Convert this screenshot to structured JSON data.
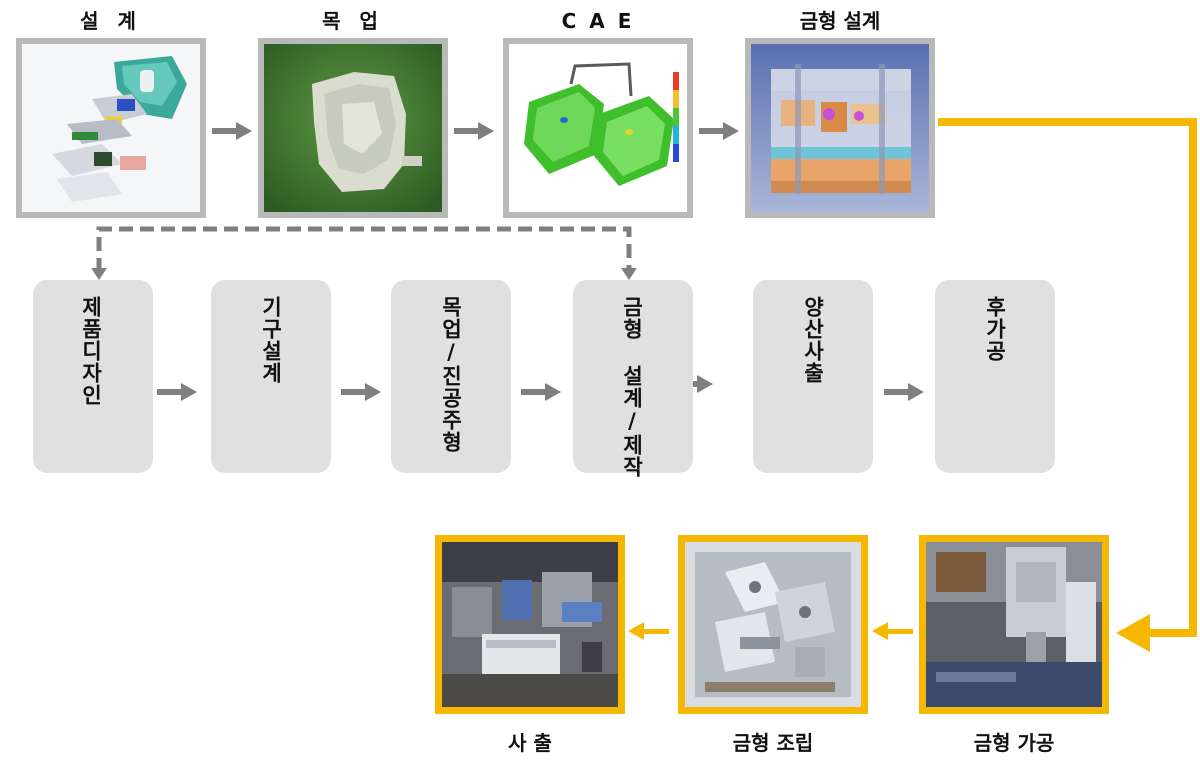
{
  "top_steps": [
    {
      "label": "설 계"
    },
    {
      "label": "목 업"
    },
    {
      "label": "C A E"
    },
    {
      "label": "금형 설계"
    }
  ],
  "process_steps": [
    {
      "label": "제품디자인"
    },
    {
      "label": "기구설계"
    },
    {
      "label": "목업/진공주형"
    },
    {
      "label": "금형 설계/제작"
    },
    {
      "label": "양산사출"
    },
    {
      "label": "후가공"
    }
  ],
  "bottom_steps": [
    {
      "label": "사 출"
    },
    {
      "label": "금형 조립"
    },
    {
      "label": "금형 가공"
    }
  ],
  "colors": {
    "gray_frame": "#b9b9b9",
    "process_box": "#e0e0e0",
    "arrow_gray": "#7f7f7f",
    "orange": "#f6b700"
  }
}
